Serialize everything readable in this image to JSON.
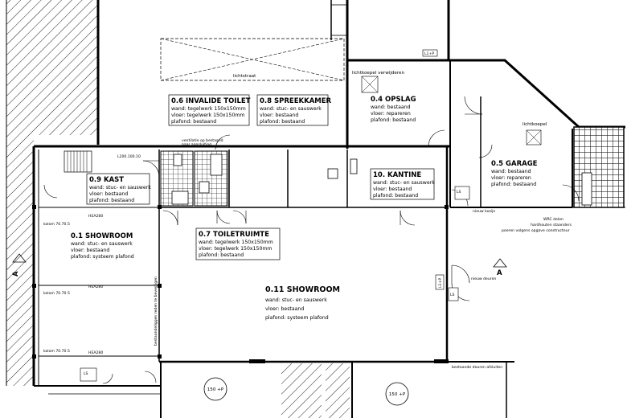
{
  "rooms": [
    {
      "id": "invalide-toilet",
      "title": "0.6 INVALIDE TOILET",
      "lines": [
        "wand: tegelwerk 150x150mm",
        "vloer: tegelwerk 150x150mm",
        "plafond: bestaand"
      ]
    },
    {
      "id": "spreekkamer",
      "title": "0.8 SPREEKKAMER",
      "lines": [
        "wand: stuc- en sauswerk",
        "vloer: bestaand",
        "plafond: bestaand"
      ]
    },
    {
      "id": "opslag",
      "title": "0.4 OPSLAG",
      "lines": [
        "wand: bestaand",
        "vloer: repareren",
        "plafond: bestaand"
      ]
    },
    {
      "id": "garage",
      "title": "0.5 GARAGE",
      "lines": [
        "wand: bestaand",
        "vloer: repareren",
        "plafond: bestaand"
      ]
    },
    {
      "id": "kast",
      "title": "0.9 KAST",
      "lines": [
        "wand: stuc- en sauswerk",
        "vloer: bestaand",
        "plafond: bestaand"
      ]
    },
    {
      "id": "kantine",
      "title": "10. KANTINE",
      "lines": [
        "wand: stuc- en sauswerk",
        "vloer: bestaand",
        "plafond: bestaand"
      ]
    },
    {
      "id": "toiletruimte",
      "title": "0.7 TOILETRUIMTE",
      "lines": [
        "wand: tegelwerk 150x150mm",
        "vloer: tegelwerk 150x150mm",
        "plafond: bestaand"
      ]
    },
    {
      "id": "showroom-01",
      "title": "0.1 SHOWROOM",
      "lines": [
        "wand: stuc- en sauswerk",
        "vloer: bestaand",
        "plafond: systeem plafond"
      ]
    },
    {
      "id": "showroom-011",
      "title": "0.11 SHOWROOM",
      "lines": [
        "wand: stuc- en sauswerk",
        "vloer: bestaand",
        "plafond: systeem plafond"
      ]
    }
  ],
  "annotations": {
    "lichtstraat": "lichtstraat",
    "lichtkoepel_verwijderen": "lichtkoepel verwijderen",
    "lichtkoepel": "lichtkoepel",
    "l200": "L200.100.10",
    "ventilatie": "ventilatie op bestaand",
    "kanaal": "naar aansluiting",
    "hea_1": "HEA280",
    "hea_2": "HEA280",
    "hea_3": "HEA280",
    "kolom_1": "kolom 70.70.5",
    "kolom_2": "kolom 70.70.5",
    "kolom_3": "kolom 70.70.5",
    "nieuw_kozijn": "nieuw kozijn",
    "wrc_1": "WRC delen",
    "wrc_2": "hardhouten staanders",
    "wrc_3": "poeren volgens opgave constructeur",
    "nieuw_deuren": "nieuw deuren",
    "bestaande_deuren": "bestaande deuren afsluiten",
    "vert_text": "bestaandeliggen reden te bevestigen",
    "section_a_left": "A",
    "section_a_right": "A",
    "ls_1": "LS",
    "ls_2": "LS",
    "ls_3": "LS",
    "parking_1": "150 +P",
    "parking_2": "150 +P",
    "tag_1": "L1+P",
    "tag_2": "L1+P"
  }
}
